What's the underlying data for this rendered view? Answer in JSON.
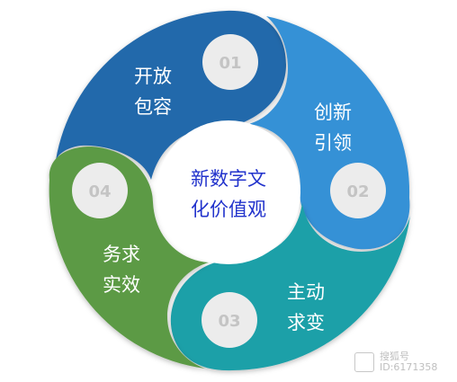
{
  "center": {
    "line1": "新数字文",
    "line2": "化价值观"
  },
  "segments": [
    {
      "number": "01",
      "line1": "开放",
      "line2": "包容",
      "color": "#2169ab"
    },
    {
      "number": "02",
      "line1": "创新",
      "line2": "引领",
      "color": "#3591d6"
    },
    {
      "number": "03",
      "line1": "主动",
      "line2": "求变",
      "color": "#1aa0a8"
    },
    {
      "number": "04",
      "line1": "务求",
      "line2": "实效",
      "color": "#5c9a45"
    }
  ],
  "watermark": {
    "line1": "搜狐号",
    "line2": "ID:6171358"
  },
  "colors": {
    "center_text": "#2233cc",
    "badge_bg": "#ececec",
    "badge_text": "#c4c4c4"
  }
}
